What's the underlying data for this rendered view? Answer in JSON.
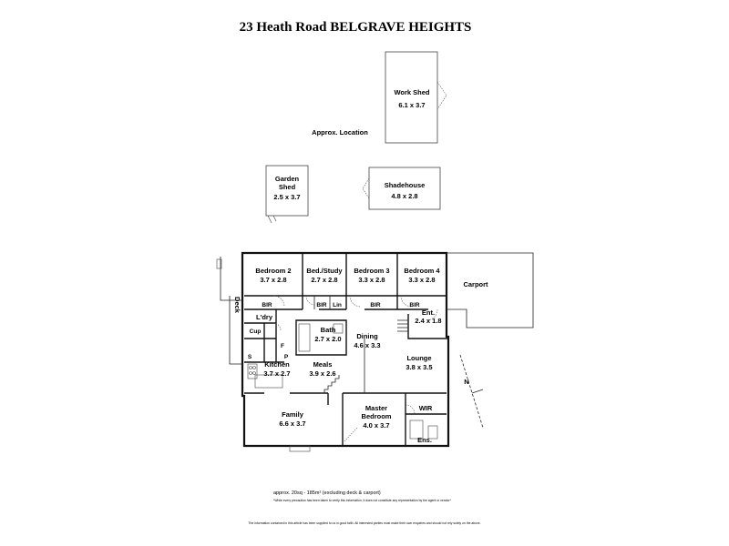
{
  "title": "23 Heath Road BELGRAVE HEIGHTS",
  "outbuildings": {
    "work_shed": {
      "name": "Work Shed",
      "size": "6.1 x 3.7"
    },
    "approx_location": "Approx. Location",
    "garden_shed": {
      "name_line1": "Garden",
      "name_line2": "Shed",
      "size": "2.5 x 3.7"
    },
    "shadehouse": {
      "name": "Shadehouse",
      "size": "4.8 x 2.8"
    }
  },
  "rooms": {
    "bedroom2": {
      "name": "Bedroom 2",
      "size": "3.7 x 2.8"
    },
    "bed_study": {
      "name": "Bed./Study",
      "size": "2.7 x 2.8"
    },
    "bedroom3": {
      "name": "Bedroom 3",
      "size": "3.3 x 2.8"
    },
    "bedroom4": {
      "name": "Bedroom 4",
      "size": "3.3 x 2.8"
    },
    "carport": {
      "name": "Carport"
    },
    "deck": {
      "name": "Deck"
    },
    "bir": "BIR",
    "lin": "Lin",
    "laundry": {
      "name": "L'dry"
    },
    "cupboard": {
      "name": "Cup"
    },
    "bath": {
      "name": "Bath",
      "size": "2.7 x 2.0"
    },
    "entry": {
      "name": "Ent.",
      "size": "2.4 x 1.8"
    },
    "fridge": "F",
    "stove": "S",
    "pantry": "P",
    "dining": {
      "name": "Dining",
      "size": "4.6 x 3.3"
    },
    "kitchen": {
      "name": "Kitchen",
      "size": "3.7 x 2.7"
    },
    "meals": {
      "name": "Meals",
      "size": "3.9 x 2.6"
    },
    "lounge": {
      "name": "Lounge",
      "size": "3.8 x 3.5"
    },
    "family": {
      "name": "Family",
      "size": "6.6 x 3.7"
    },
    "master": {
      "name_line1": "Master",
      "name_line2": "Bedroom",
      "size": "4.0 x 3.7"
    },
    "wir": "WIR",
    "ensuite": "Ens."
  },
  "north_label": "N",
  "area_note": "approx. 20sq - 185m² (excluding deck & carport)",
  "disclaimer_1": "*While every precaution has been taken to verify this information, it does not constitute any representation by the agent or vendor*",
  "disclaimer_2": "The information contained in this article has been supplied to us in good faith. All interested parties must make their own enquiries and should not rely solely on the above."
}
